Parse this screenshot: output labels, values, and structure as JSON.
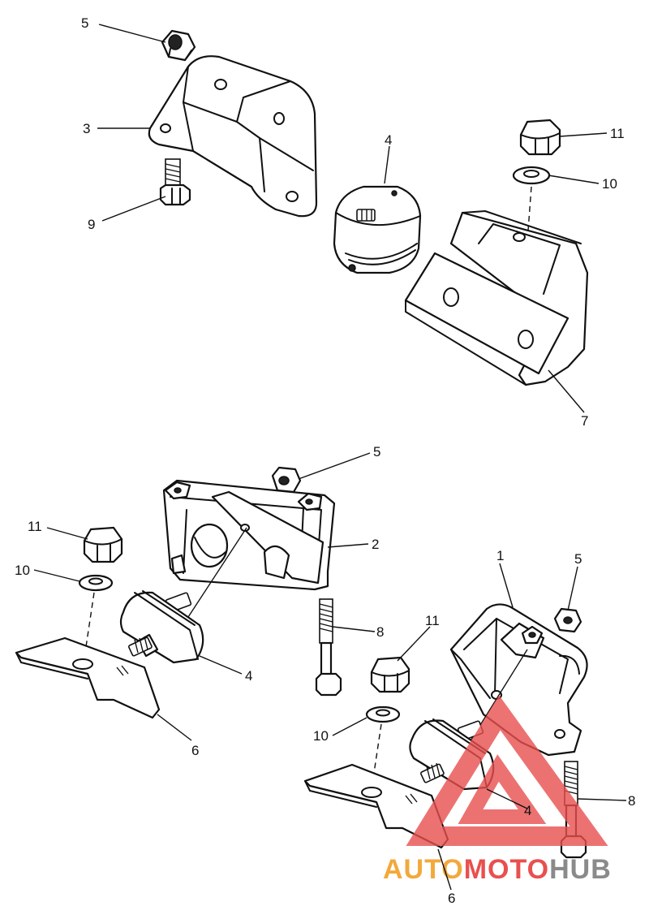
{
  "diagram": {
    "callouts": [
      {
        "id": "c-5-top",
        "text": "5"
      },
      {
        "id": "c-3",
        "text": "3"
      },
      {
        "id": "c-9",
        "text": "9"
      },
      {
        "id": "c-4-top",
        "text": "4"
      },
      {
        "id": "c-11-top",
        "text": "11"
      },
      {
        "id": "c-10-top",
        "text": "10"
      },
      {
        "id": "c-7",
        "text": "7"
      },
      {
        "id": "c-5-mid",
        "text": "5"
      },
      {
        "id": "c-2",
        "text": "2"
      },
      {
        "id": "c-11-left",
        "text": "11"
      },
      {
        "id": "c-10-left",
        "text": "10"
      },
      {
        "id": "c-8-mid",
        "text": "8"
      },
      {
        "id": "c-4-left",
        "text": "4"
      },
      {
        "id": "c-6-left",
        "text": "6"
      },
      {
        "id": "c-1",
        "text": "1"
      },
      {
        "id": "c-5-right",
        "text": "5"
      },
      {
        "id": "c-11-right",
        "text": "11"
      },
      {
        "id": "c-10-right",
        "text": "10"
      },
      {
        "id": "c-4-right",
        "text": "4"
      },
      {
        "id": "c-8-right",
        "text": "8"
      },
      {
        "id": "c-6-right",
        "text": "6"
      }
    ]
  },
  "watermark": {
    "part1": "AUTO",
    "part2": "MOTO",
    "part3": "HUB",
    "color_orange": "#f2a93b",
    "color_red": "#e8504f",
    "color_gray": "#8a8a8a"
  }
}
